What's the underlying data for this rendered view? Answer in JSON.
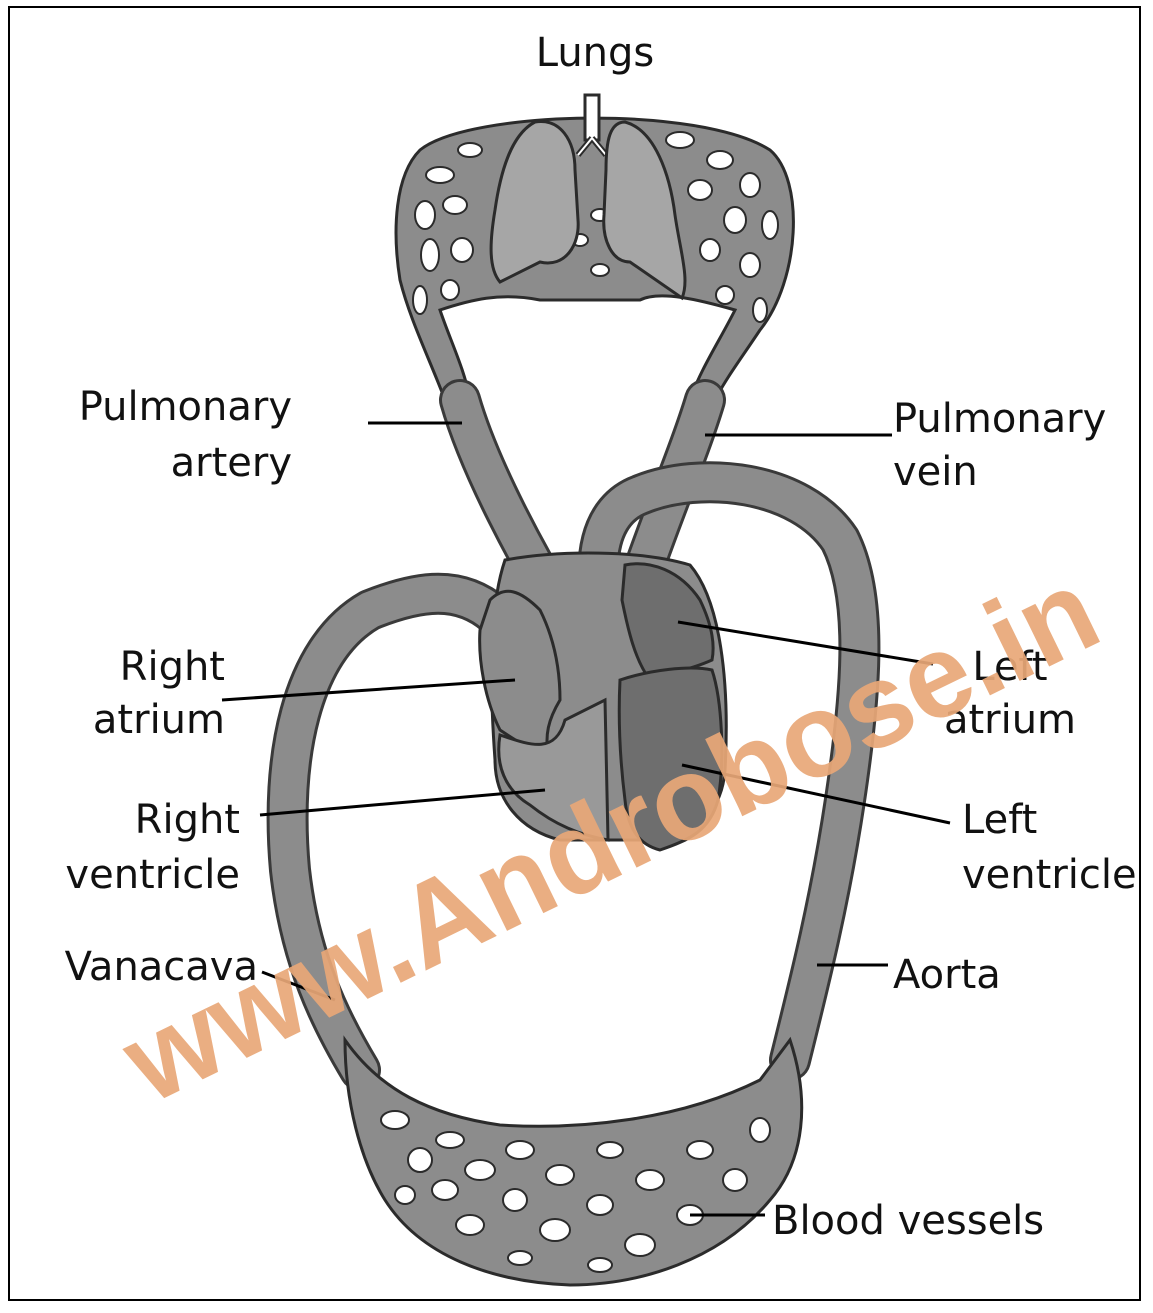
{
  "labels": {
    "lungs": "Lungs",
    "pulmonary_artery_1": "Pulmonary",
    "pulmonary_artery_2": "artery",
    "pulmonary_vein_1": "Pulmonary",
    "pulmonary_vein_2": "vein",
    "right_atrium_1": "Right",
    "right_atrium_2": "atrium",
    "left_atrium_1": "Left",
    "left_atrium_2": "atrium",
    "right_ventricle_1": "Right",
    "right_ventricle_2": "ventricle",
    "left_ventricle_1": "Left",
    "left_ventricle_2": "ventricle",
    "vanacava": "Vanacava",
    "aorta": "Aorta",
    "blood_vessels": "Blood vessels"
  },
  "watermark": "www.Androbose.in",
  "colors": {
    "vessel": "#8c8c8c",
    "outline": "#2b2b2b",
    "heart_dark": "#6e6e6e",
    "lung": "#a6a6a6",
    "watermark": "#e9a878"
  }
}
